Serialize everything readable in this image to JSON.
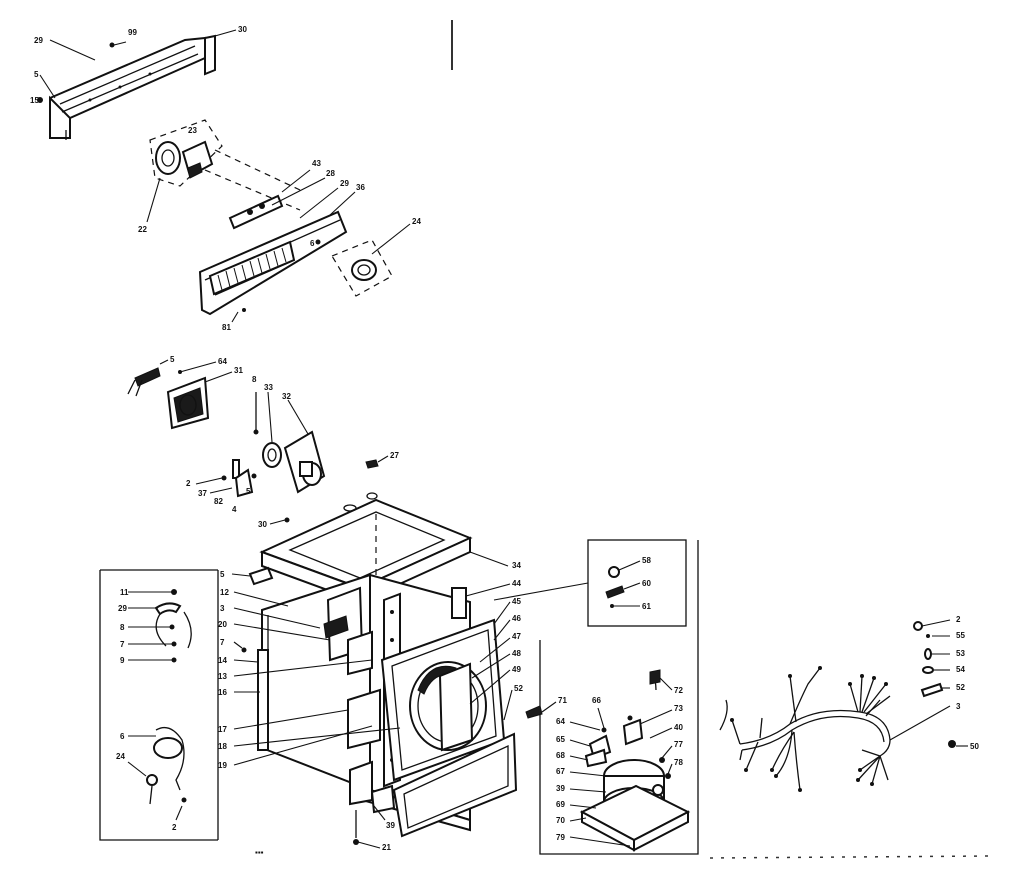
{
  "labels": {
    "console_end_cap_top": "30",
    "console_screw_top": "99",
    "console_end_cap_left": "29",
    "console_left_5": "5",
    "console_left_15": "15",
    "switch_22": "22",
    "switch_23": "23",
    "panel_43": "43",
    "panel_28": "28",
    "panel_29": "29",
    "panel_36": "36",
    "knob_24": "24",
    "screw_6": "6",
    "panel_81": "81",
    "sw_5": "5",
    "sw_64": "64",
    "sw_31": "31",
    "t_8": "8",
    "t_33": "33",
    "t_32": "32",
    "b_2": "2",
    "b_37": "37",
    "b_82": "82",
    "b_4": "4",
    "b_5": "5",
    "b_30": "30",
    "top_27": "27",
    "top_34": "34",
    "cab_5": "5",
    "cab_12": "12",
    "cab_3": "3",
    "cab_20": "20",
    "cab_7": "7",
    "cab_14": "14",
    "cab_13": "13",
    "cab_16": "16",
    "cab_17": "17",
    "cab_18": "18",
    "cab_19": "19",
    "cab_44": "44",
    "cab_45": "45",
    "cab_46": "46",
    "cab_47": "47",
    "cab_48": "48",
    "cab_49": "49",
    "cab_52": "52",
    "cab_39": "39",
    "cab_21": "21",
    "box_58": "58",
    "box_60": "60",
    "box_61": "61",
    "inset_11": "11",
    "inset_29": "29",
    "inset_8": "8",
    "inset_7": "7",
    "inset_9": "9",
    "inset_6": "6",
    "inset_24": "24",
    "inset_2": "2",
    "lower_71": "71",
    "lower_72": "72",
    "lower_73": "73",
    "lower_40": "40",
    "lower_77": "77",
    "lower_78": "78",
    "lower_66": "66",
    "lower_64": "64",
    "lower_65": "65",
    "lower_68": "68",
    "lower_67": "67",
    "lower_39": "39",
    "lower_69": "69",
    "lower_70": "70",
    "lower_79": "79",
    "harness_2": "2",
    "harness_55": "55",
    "harness_53": "53",
    "harness_54": "54",
    "harness_52": "52",
    "harness_3": "3",
    "harness_50": "50"
  }
}
